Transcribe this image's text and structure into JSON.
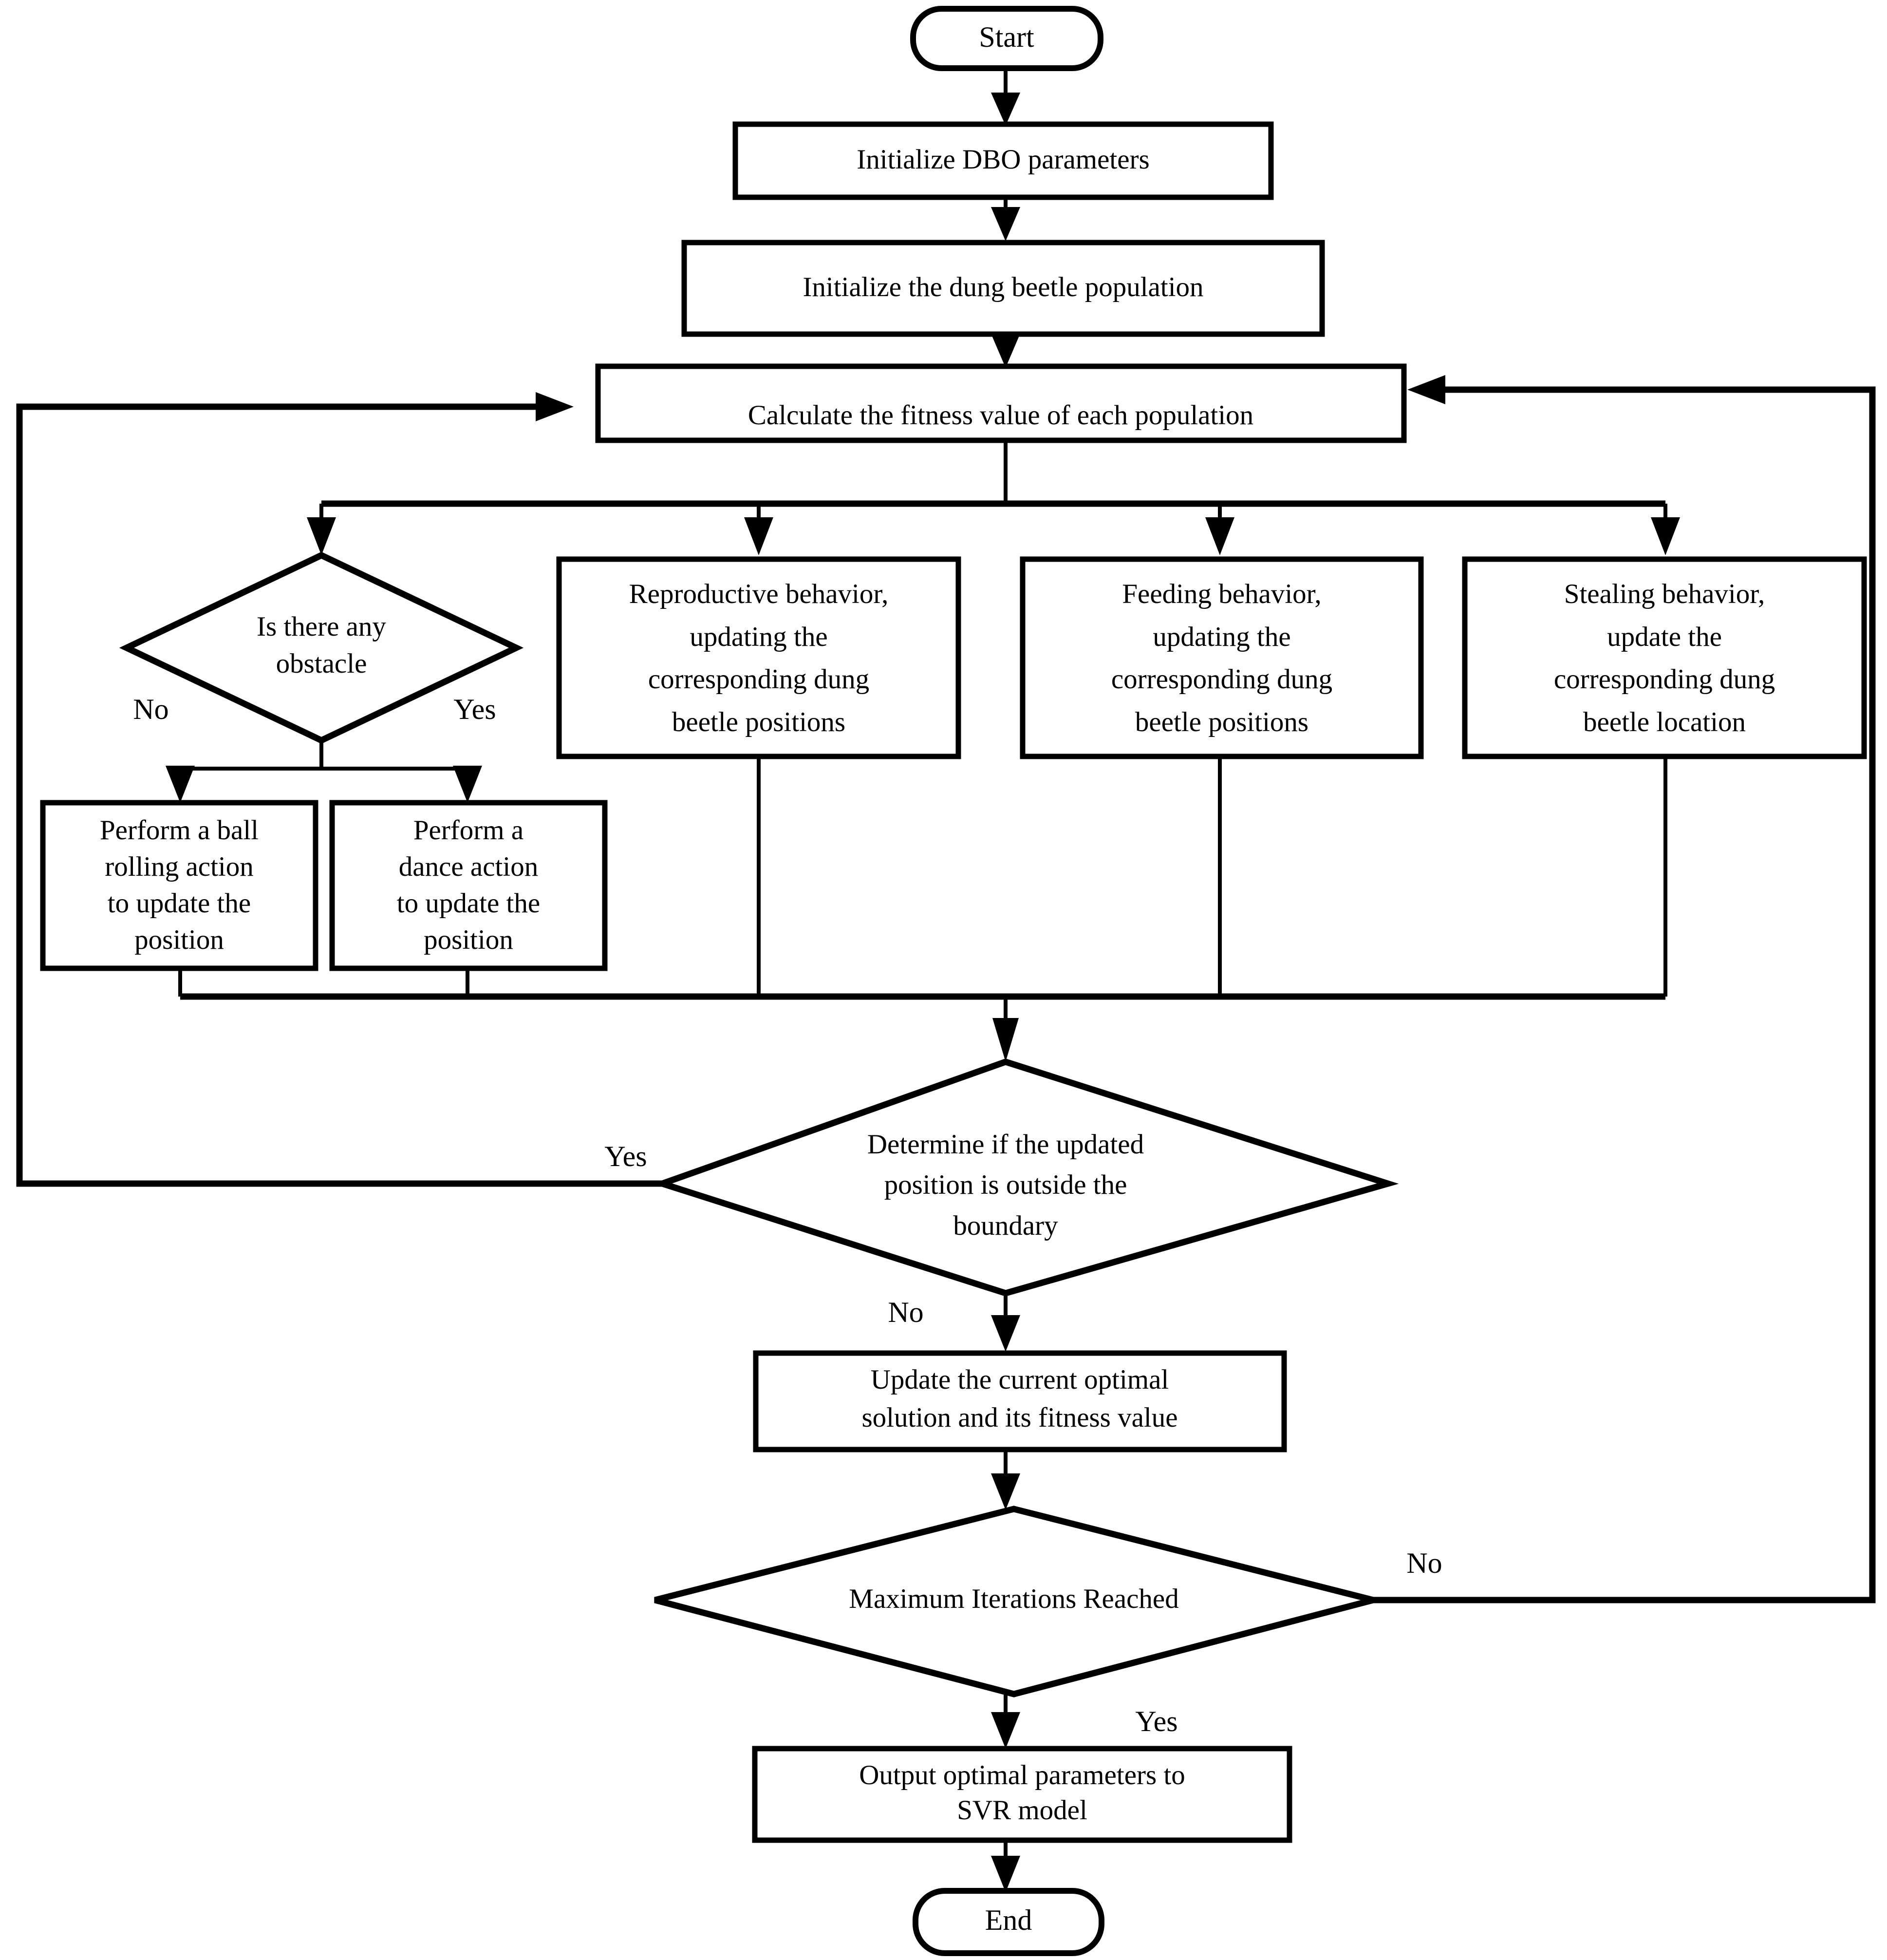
{
  "diagram": {
    "title": "DBO-SVR optimization flowchart",
    "background_color": "#ffffff",
    "line_color": "#000000",
    "text_color": "#000000"
  },
  "nodes": {
    "start": {
      "label": "Start",
      "shape": "terminator"
    },
    "init_params": {
      "label": "Initialize DBO parameters",
      "shape": "process"
    },
    "init_population": {
      "label": "Initialize the dung beetle population",
      "shape": "process"
    },
    "calc_fitness": {
      "label": "Calculate the fitness value of each population",
      "shape": "process"
    },
    "obstacle_decision": {
      "shape": "decision",
      "line1": "Is there any",
      "line2": "obstacle"
    },
    "reproductive": {
      "shape": "process",
      "line1": "Reproductive behavior,",
      "line2": "updating the",
      "line3": "corresponding dung",
      "line4": "beetle positions"
    },
    "feeding": {
      "shape": "process",
      "line1": "Feeding behavior,",
      "line2": "updating the",
      "line3": "corresponding dung",
      "line4": "beetle positions"
    },
    "stealing": {
      "shape": "process",
      "line1": "Stealing behavior,",
      "line2": "update the",
      "line3": "corresponding dung",
      "line4": "beetle location"
    },
    "ball_rolling": {
      "shape": "process",
      "line1": "Perform a ball",
      "line2": "rolling action",
      "line3": "to update the",
      "line4": "position"
    },
    "dance": {
      "shape": "process",
      "line1": "Perform a",
      "line2": "dance action",
      "line3": "to update the",
      "line4": "position"
    },
    "boundary_decision": {
      "shape": "decision",
      "line1": "Determine if the updated",
      "line2": "position is outside the",
      "line3": "boundary"
    },
    "update_optimal": {
      "shape": "process",
      "line1": "Update the current optimal",
      "line2": "solution and its fitness value"
    },
    "max_iterations": {
      "label": "Maximum Iterations Reached",
      "shape": "decision"
    },
    "output_svr": {
      "shape": "process",
      "line1": "Output optimal parameters to",
      "line2": "SVR model"
    },
    "end": {
      "label": "End",
      "shape": "terminator"
    }
  },
  "edge_labels": {
    "obstacle_no": "No",
    "obstacle_yes": "Yes",
    "boundary_yes": "Yes",
    "boundary_no": "No",
    "max_iter_no": "No",
    "max_iter_yes": "Yes"
  }
}
